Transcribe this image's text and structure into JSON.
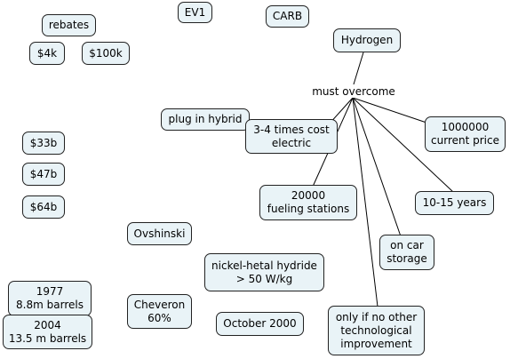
{
  "nodes": {
    "ev1": "EV1",
    "carb": "CARB",
    "rebates": "rebates",
    "four_k": "$4k",
    "hundred_k": "$100k",
    "hydrogen": "Hydrogen",
    "plug_in_hybrid": "plug in hybrid",
    "cost_electric": "3-4 times cost\nelectric",
    "current_price": "1000000\ncurrent price",
    "b33": "$33b",
    "b47": "$47b",
    "b64": "$64b",
    "fueling_stations": "20000\nfueling stations",
    "years": "10-15 years",
    "ovshinski": "Ovshinski",
    "on_car_storage": "on car\nstorage",
    "nickel": "nickel-hetal hydride\n> 50 W/kg",
    "barrels_1977": "1977\n8.8m barrels",
    "cheveron": "Cheveron\n60%",
    "october": "October 2000",
    "no_other": "only if no other\ntechnological\nimprovement",
    "barrels_2004": "2004\n13.5 m barrels"
  },
  "linking_phrase": "must overcome"
}
